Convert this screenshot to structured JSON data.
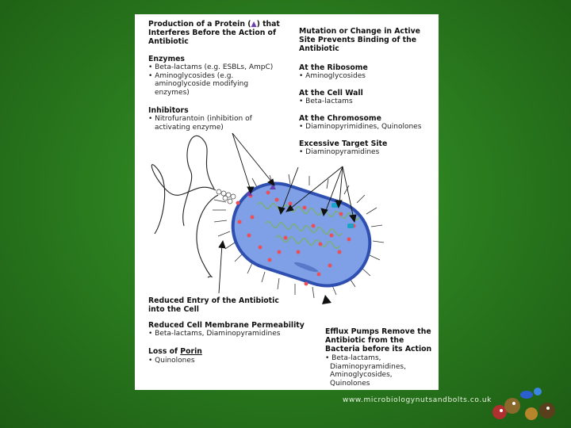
{
  "left": {
    "heading": [
      "Production of a Protein (",
      "▲",
      ") that",
      "Interferes Before the Action of",
      "Antibiotic"
    ],
    "enzymes": {
      "title": "Enzymes",
      "lines": [
        "• Beta-lactams (e.g. ESBLs, AmpC)",
        "• Aminoglycosides (e.g.",
        "aminoglycoside modifying",
        "enzymes)"
      ]
    },
    "inhibitors": {
      "title": "Inhibitors",
      "lines": [
        "• Nitrofurantoin (inhibition of",
        "activating enzyme)"
      ]
    },
    "reduced_entry": {
      "title_lines": [
        "Reduced Entry of the Antibiotic",
        "into the Cell"
      ]
    },
    "permeability": {
      "title": "Reduced Cell Membrane Permeability",
      "lines": [
        "• Beta-lactams, Diaminopyramidines"
      ]
    },
    "porin": {
      "title_a": "Loss of ",
      "title_b": "Porin",
      "lines": [
        "• Quinolones"
      ]
    }
  },
  "right": {
    "heading": [
      "Mutation or Change in Active",
      "Site Prevents Binding of the",
      "Antibiotic"
    ],
    "ribosome": {
      "title": "At the Ribosome",
      "lines": [
        "• Aminoglycosides"
      ]
    },
    "cell_wall": {
      "title": "At the Cell Wall",
      "lines": [
        "• Beta-lactams"
      ]
    },
    "chromosome": {
      "title": "At the Chromosome",
      "lines": [
        "• Diaminopyrimidines, Quinolones"
      ]
    },
    "target": {
      "title": "Excessive Target Site",
      "lines": [
        "• Diaminopyramidines"
      ]
    },
    "efflux": {
      "title_lines": [
        "Efflux Pumps Remove the",
        "Antibiotic from the",
        "Bacteria before its Action"
      ],
      "lines": [
        "• Beta-lactams,",
        "Diaminopyramidines,",
        "Aminoglycosides,",
        "Quinolones"
      ]
    }
  },
  "footer": "www.microbiologynutsandbolts.co.uk",
  "colors": {
    "background": "#2b7d1f",
    "cell_fill": "#7f9fe6",
    "dna": "#7bb07a",
    "antibiotic": "#e8505a",
    "protein": "#6a3fb0",
    "pump": "#1aa3c7"
  },
  "icons": [
    "bacterium-cell-illustration",
    "microbes-cartoon-logo"
  ]
}
